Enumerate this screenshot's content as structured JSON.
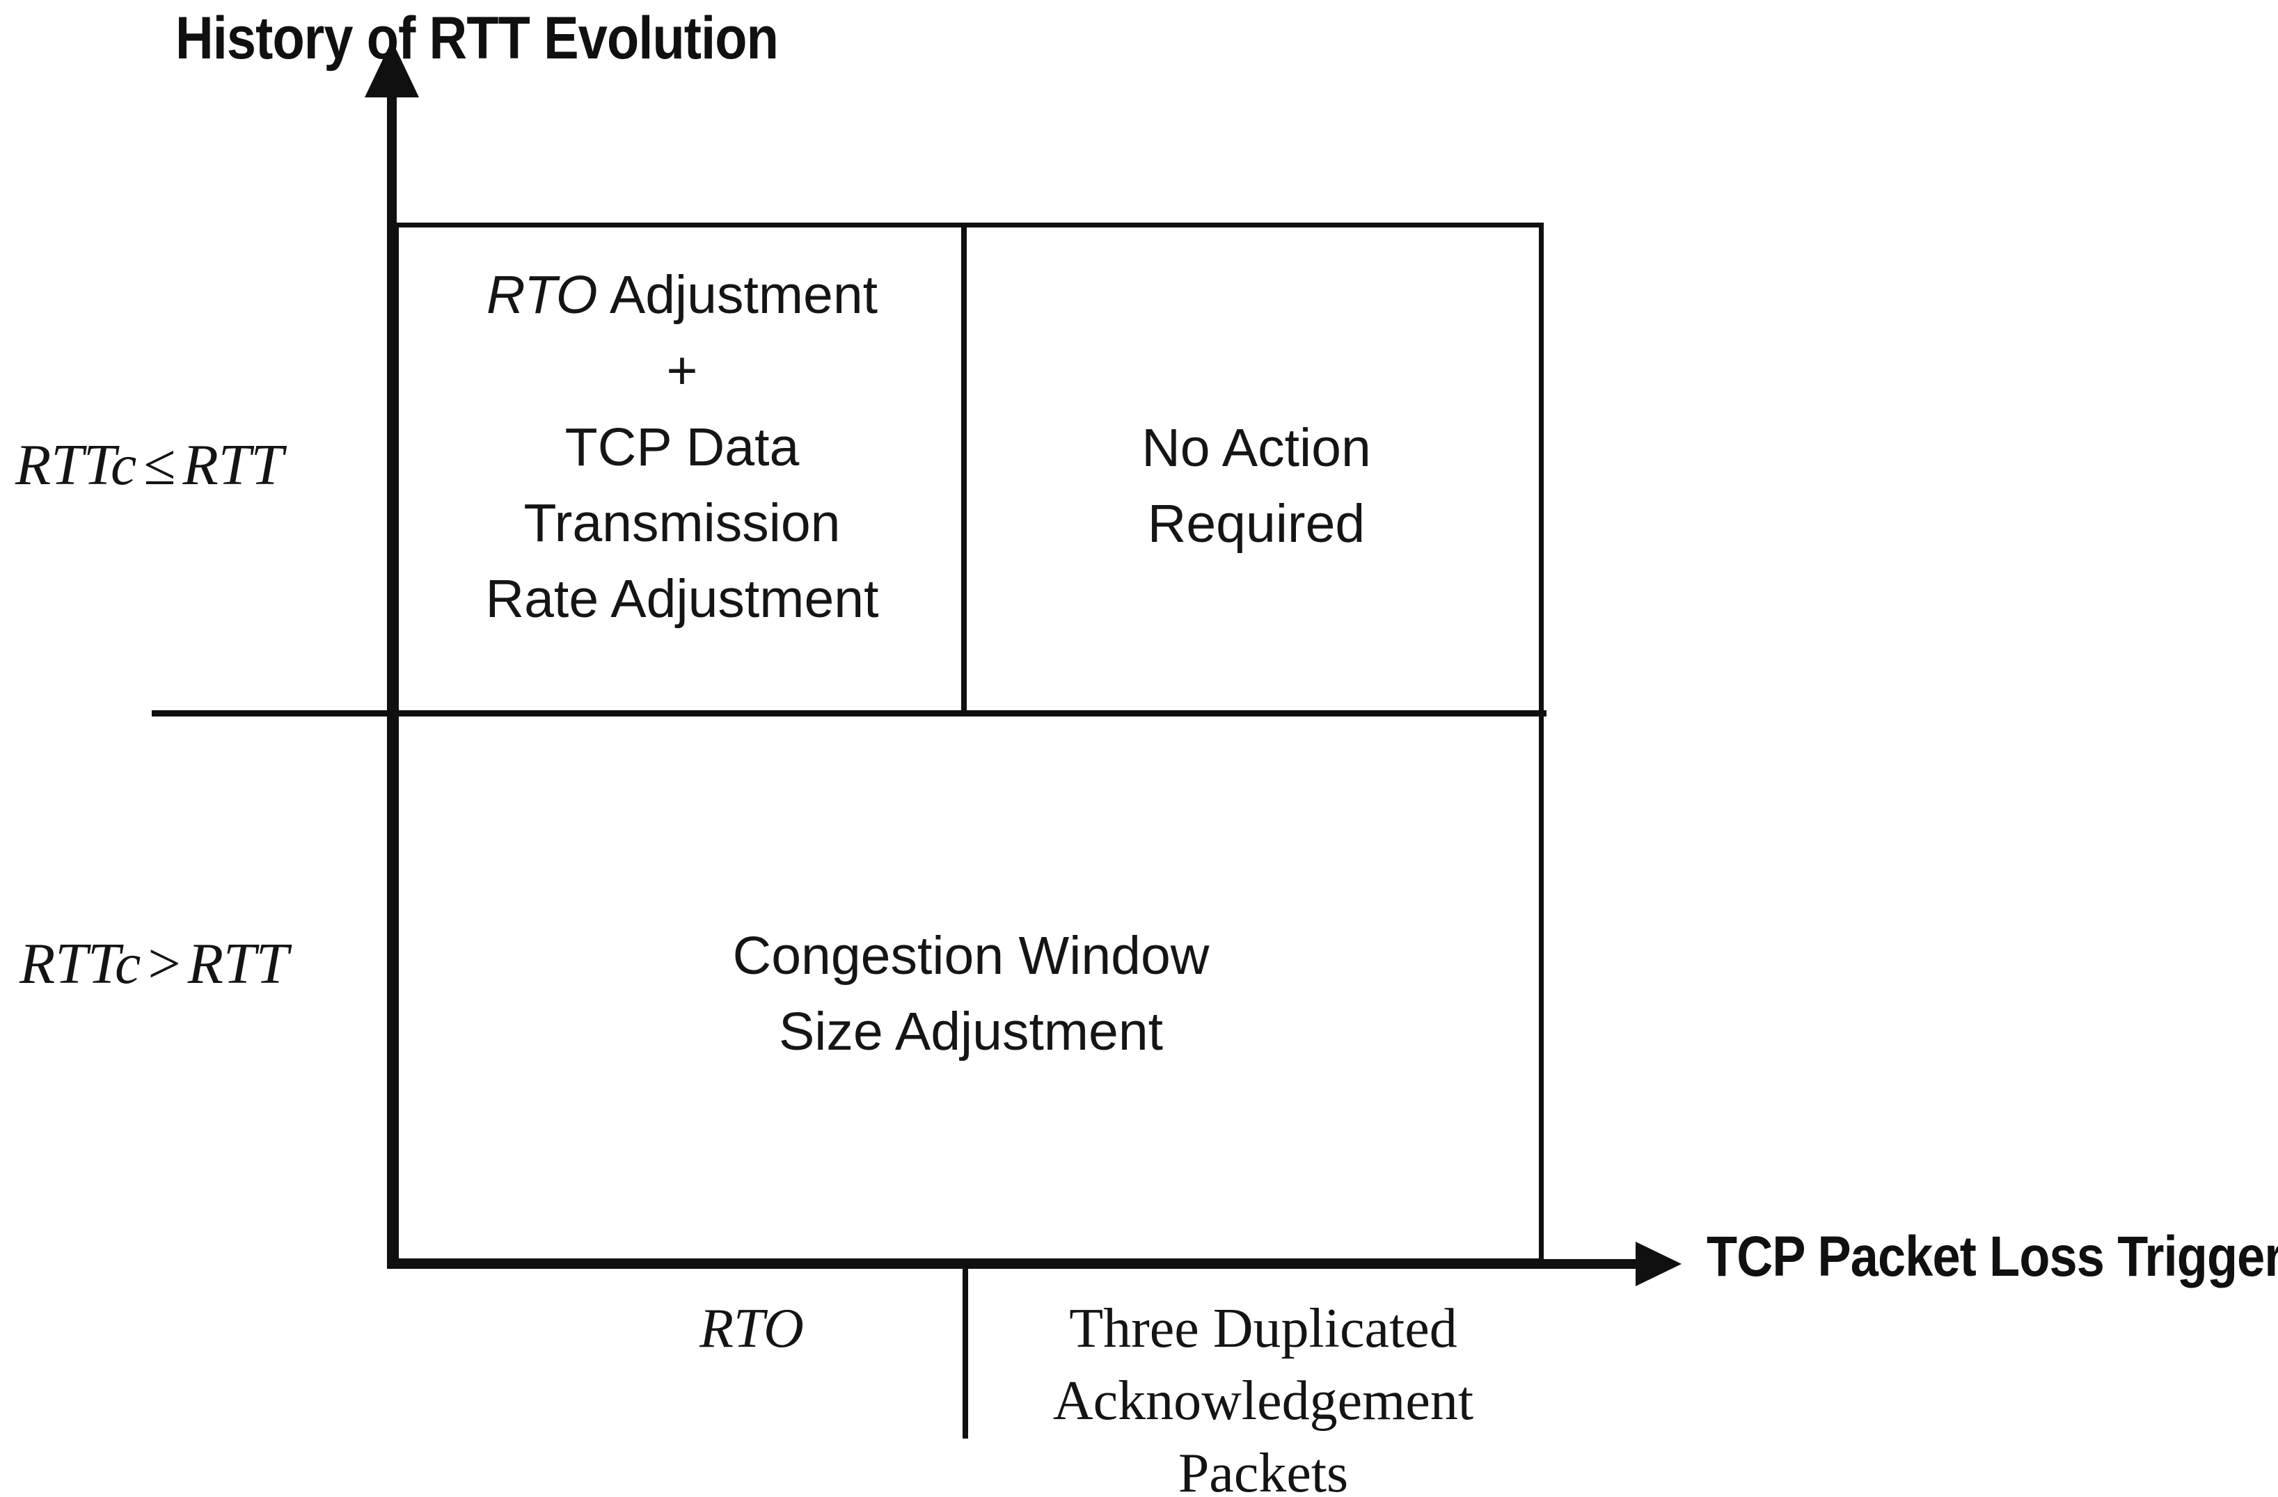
{
  "figure": {
    "title": "History of RTT Evolution",
    "x_axis_title": "TCP Packet Loss Triggers"
  },
  "y_axis": {
    "labels": [
      {
        "lhs": "RTTc",
        "operator": "≤",
        "rhs": "RTT"
      },
      {
        "lhs": "RTTc",
        "operator": ">",
        "rhs": "RTT"
      }
    ]
  },
  "x_axis": {
    "labels": [
      "RTO",
      "Three Duplicated Acknowledgement Packets"
    ]
  },
  "cells": {
    "top_left": {
      "line1_italic": "RTO",
      "line1_rest": " Adjustment",
      "line2": "+",
      "line3": "TCP Data",
      "line4": "Transmission",
      "line5": "Rate Adjustment"
    },
    "top_right": {
      "line1": "No Action",
      "line2": "Required"
    },
    "bottom": {
      "line1": "Congestion Window",
      "line2": "Size Adjustment"
    }
  },
  "chart_data": {
    "type": "table",
    "title": "History of RTT Evolution",
    "xlabel": "TCP Packet Loss Triggers",
    "ylabel": "History of RTT Evolution",
    "grid": true,
    "legend": "none",
    "columns": [
      "RTO",
      "Three Duplicated Acknowledgement Packets"
    ],
    "rows": [
      "RTTc ≤ RTT",
      "RTTc > RTT"
    ],
    "cells": [
      [
        "RTO Adjustment + TCP Data Transmission Rate Adjustment",
        "No Action Required"
      ],
      [
        "Congestion Window Size Adjustment",
        "Congestion Window Size Adjustment"
      ]
    ],
    "notes": "2x2 decision matrix; the bottom row is a single merged cell spanning both trigger columns."
  },
  "colors": {
    "ink": "#101010",
    "background": "#ffffff"
  }
}
